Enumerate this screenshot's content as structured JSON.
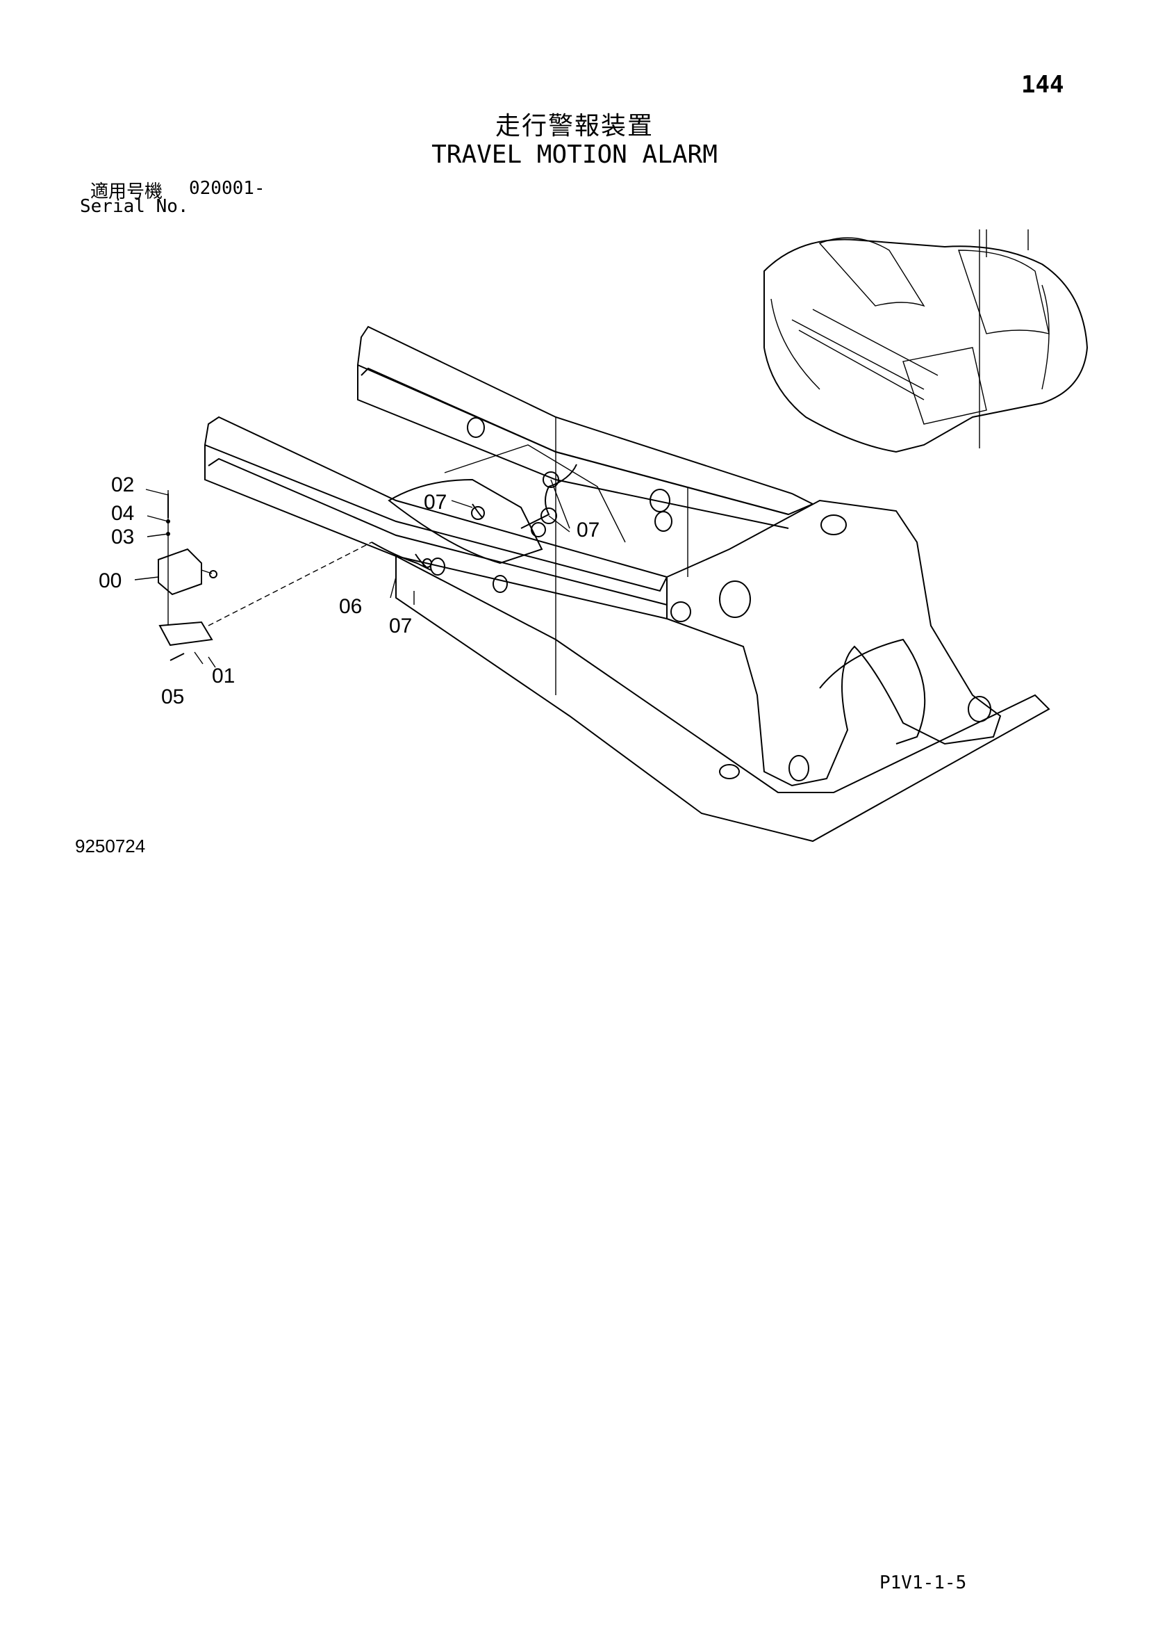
{
  "page_number": "144",
  "title_japanese": "走行警報装置",
  "title_english": "TRAVEL MOTION ALARM",
  "serial": {
    "label_japanese": "適用号機",
    "range": "020001-",
    "label_english": "Serial No."
  },
  "callouts": {
    "c00": "00",
    "c01": "01",
    "c02": "02",
    "c03": "03",
    "c04": "04",
    "c05": "05",
    "c06": "06",
    "c07a": "07",
    "c07b": "07",
    "c07c": "07"
  },
  "figure_number": "9250724",
  "page_code": "P1V1-1-5"
}
